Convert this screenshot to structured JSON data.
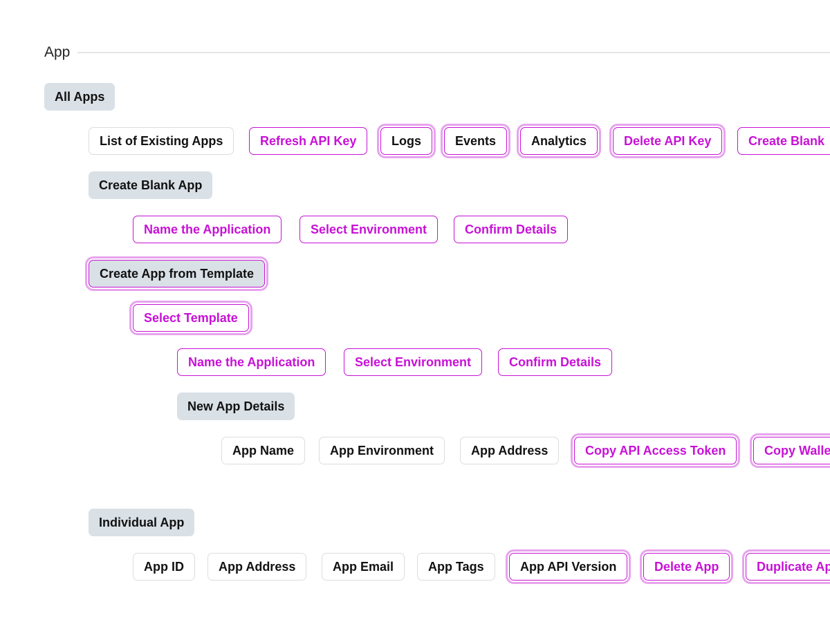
{
  "section": {
    "title": "App"
  },
  "nodes": {
    "all_apps": "All Apps",
    "list_existing_apps": "List of Existing Apps",
    "refresh_api_key": "Refresh API Key",
    "logs": "Logs",
    "events": "Events",
    "analytics": "Analytics",
    "delete_api_key": "Delete API Key",
    "create_blank_truncated": "Create Blank",
    "create_blank_app": "Create Blank App",
    "blank_name_application": "Name the Application",
    "blank_select_environment": "Select Environment",
    "blank_confirm_details": "Confirm Details",
    "create_from_template": "Create App from Template",
    "select_template": "Select Template",
    "tpl_name_application": "Name the Application",
    "tpl_select_environment": "Select Environment",
    "tpl_confirm_details": "Confirm Details",
    "new_app_details": "New App Details",
    "app_name": "App Name",
    "app_environment": "App Environment",
    "app_address_new": "App Address",
    "copy_api_access_token": "Copy API Access Token",
    "copy_wallet_truncated": "Copy Walle",
    "individual_app": "Individual App",
    "app_id": "App ID",
    "app_address": "App Address",
    "app_email": "App Email",
    "app_tags": "App Tags",
    "app_api_version": "App API Version",
    "delete_app": "Delete App",
    "duplicate_app_truncated": "Duplicate Ap"
  },
  "colors": {
    "accent": "#c711d6",
    "highlight_ring": "#e7a3ee",
    "group_fill": "#d9e0e6",
    "plain_border": "#d9dde1"
  }
}
